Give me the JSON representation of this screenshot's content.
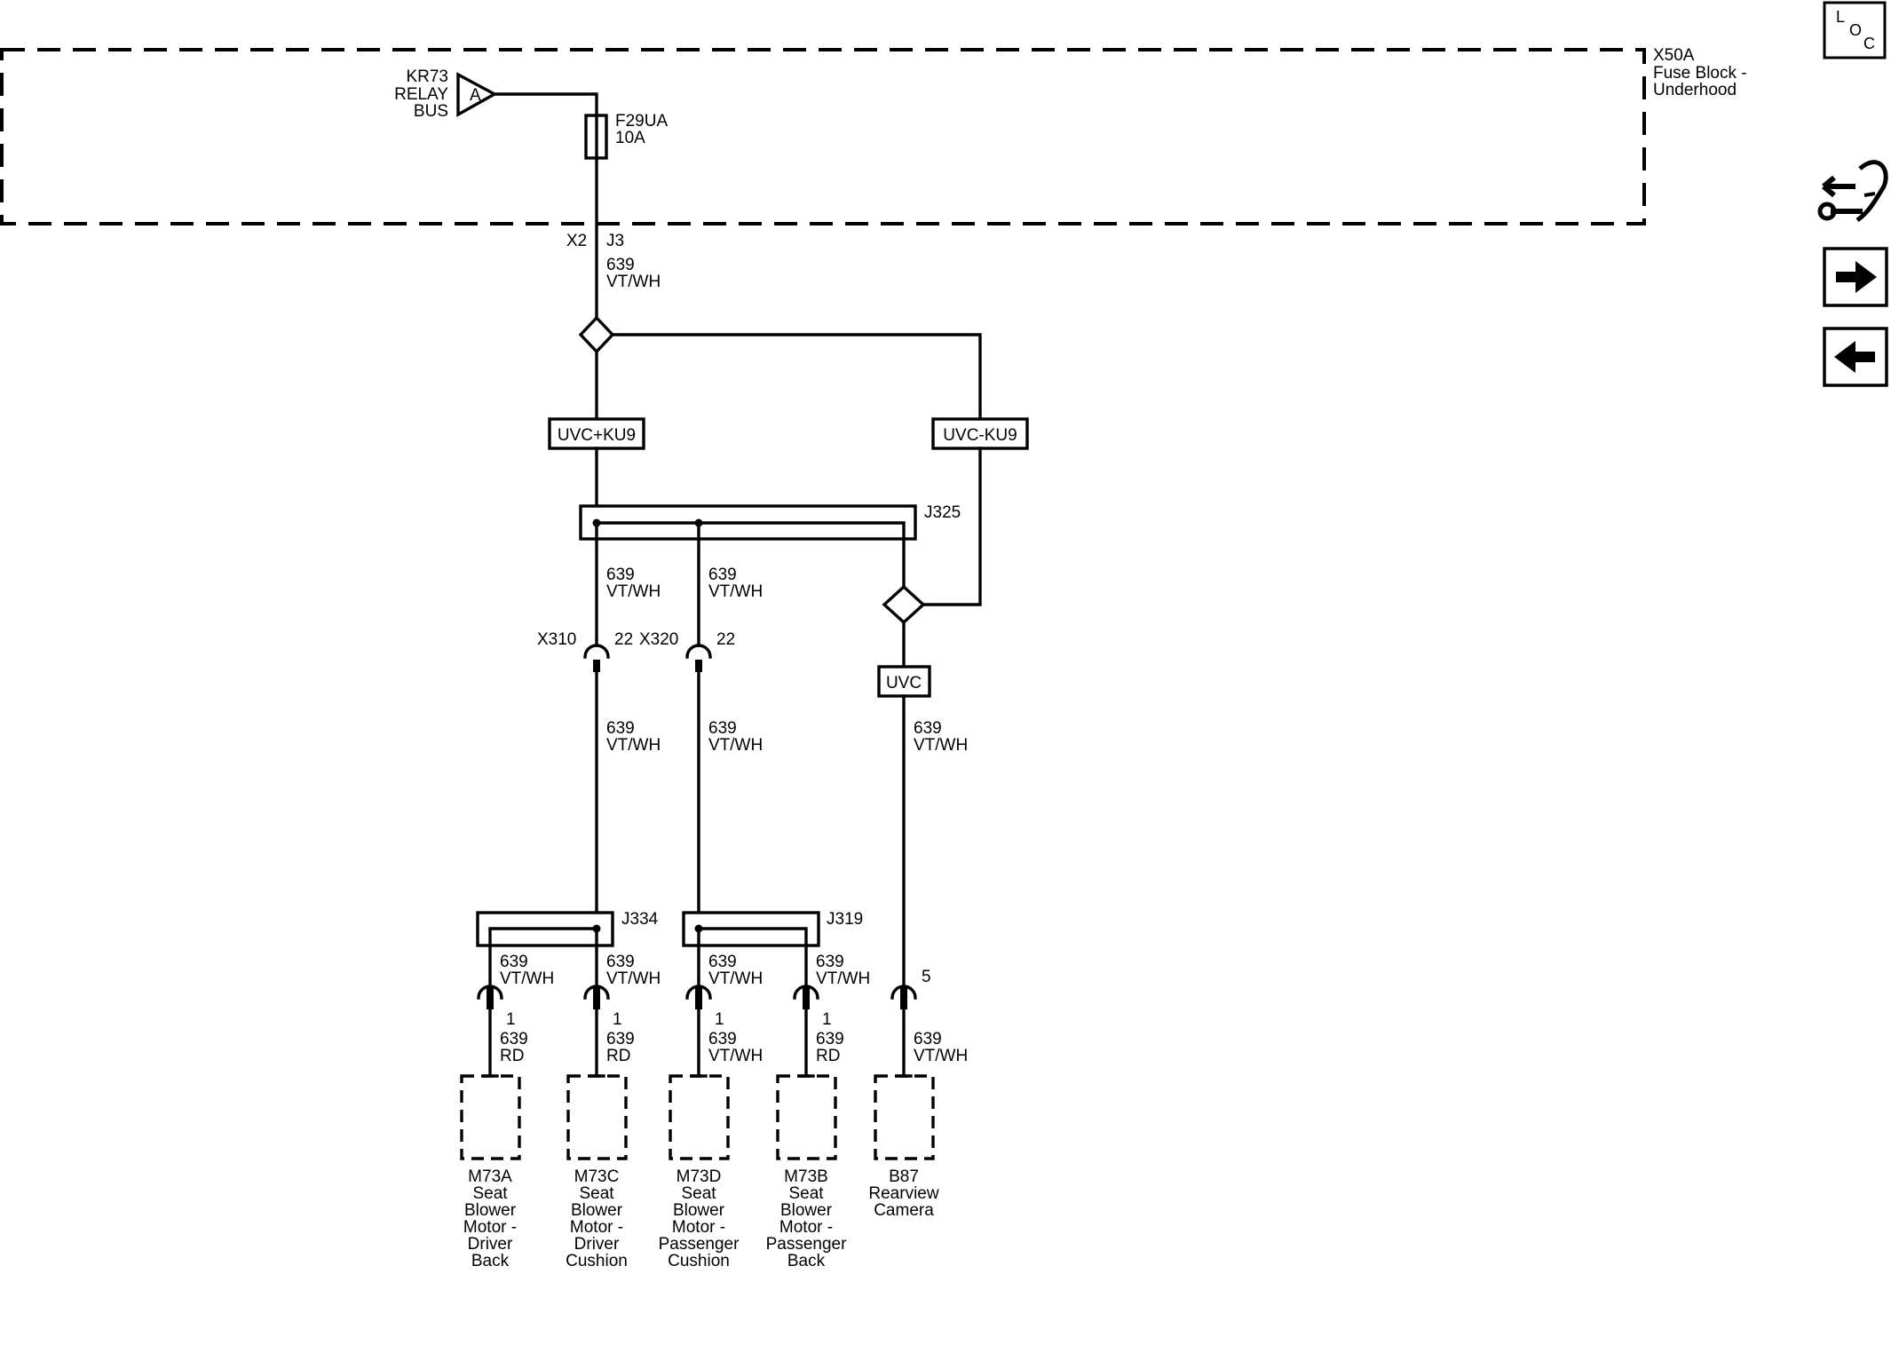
{
  "fuse_block": {
    "id": "X50A",
    "name_line1": "Fuse Block -",
    "name_line2": "Underhood"
  },
  "relay_bus": {
    "line1": "KR73",
    "line2": "RELAY",
    "line3": "BUS",
    "terminal": "A"
  },
  "fuse": {
    "id": "F29UA",
    "rating": "10A"
  },
  "connector_top": {
    "id": "X2",
    "pin": "J3"
  },
  "wire": {
    "circuit": "639",
    "color": "VT/WH",
    "color_rd": "RD"
  },
  "options": {
    "left": "UVC+KU9",
    "right": "UVC-KU9",
    "uvc": "UVC"
  },
  "splices": {
    "main": "J325",
    "left": "J334",
    "right": "J319"
  },
  "inline_connectors": {
    "x310": {
      "id": "X310",
      "pin": "22"
    },
    "x320": {
      "id": "X320",
      "pin": "22"
    }
  },
  "pins": {
    "p1": "1",
    "p5": "5"
  },
  "components": [
    {
      "id": "M73A",
      "lines": [
        "Seat",
        "Blower",
        "Motor -",
        "Driver",
        "Back"
      ]
    },
    {
      "id": "M73C",
      "lines": [
        "Seat",
        "Blower",
        "Motor -",
        "Driver",
        "Cushion"
      ]
    },
    {
      "id": "M73D",
      "lines": [
        "Seat",
        "Blower",
        "Motor -",
        "Passenger",
        "Cushion"
      ]
    },
    {
      "id": "M73B",
      "lines": [
        "Seat",
        "Blower",
        "Motor -",
        "Passenger",
        "Back"
      ]
    },
    {
      "id": "B87",
      "lines": [
        "Rearview",
        "Camera"
      ]
    }
  ],
  "nav": {
    "loc": {
      "l": "L",
      "o": "O",
      "c": "C",
      "icon": "loc-icon"
    },
    "connector_icon": "connector-end-view-icon",
    "next_icon": "arrow-right-icon",
    "prev_icon": "arrow-left-icon"
  }
}
